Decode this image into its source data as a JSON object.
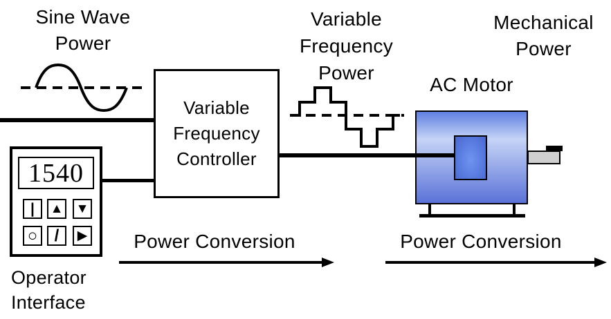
{
  "labels": {
    "sine_power": {
      "line1": "Sine Wave",
      "line2": "Power"
    },
    "vf_power": {
      "line1": "Variable",
      "line2": "Frequency",
      "line3": "Power"
    },
    "mechanical_power": {
      "line1": "Mechanical",
      "line2": "Power"
    },
    "ac_motor": "AC Motor",
    "power_conversion_left": "Power Conversion",
    "power_conversion_right": "Power Conversion"
  },
  "controller": {
    "line1": "Variable",
    "line2": "Frequency",
    "line3": "Controller"
  },
  "operator_panel": {
    "display_value": "1540",
    "buttons": [
      {
        "icon": "vertical-bar-icon",
        "glyph": "|"
      },
      {
        "icon": "triangle-up-icon",
        "glyph": "▲"
      },
      {
        "icon": "triangle-down-icon",
        "glyph": "▼"
      },
      {
        "icon": "circle-icon",
        "glyph": "○"
      },
      {
        "icon": "slash-icon",
        "glyph": "/"
      },
      {
        "icon": "triangle-right-icon",
        "glyph": "▶"
      }
    ],
    "label": {
      "line1": "Operator",
      "line2": "Interface"
    }
  },
  "colors": {
    "stroke": "#000000",
    "background": "#ffffff",
    "motor_body_top": "#6080e2",
    "motor_body_light": "#c6d4f6",
    "motor_body_bottom": "#5a72d8",
    "motor_inner_center": "#6e94ef",
    "motor_inner_edge": "#4a66cc",
    "shaft_gray": "#d0d0d0"
  }
}
